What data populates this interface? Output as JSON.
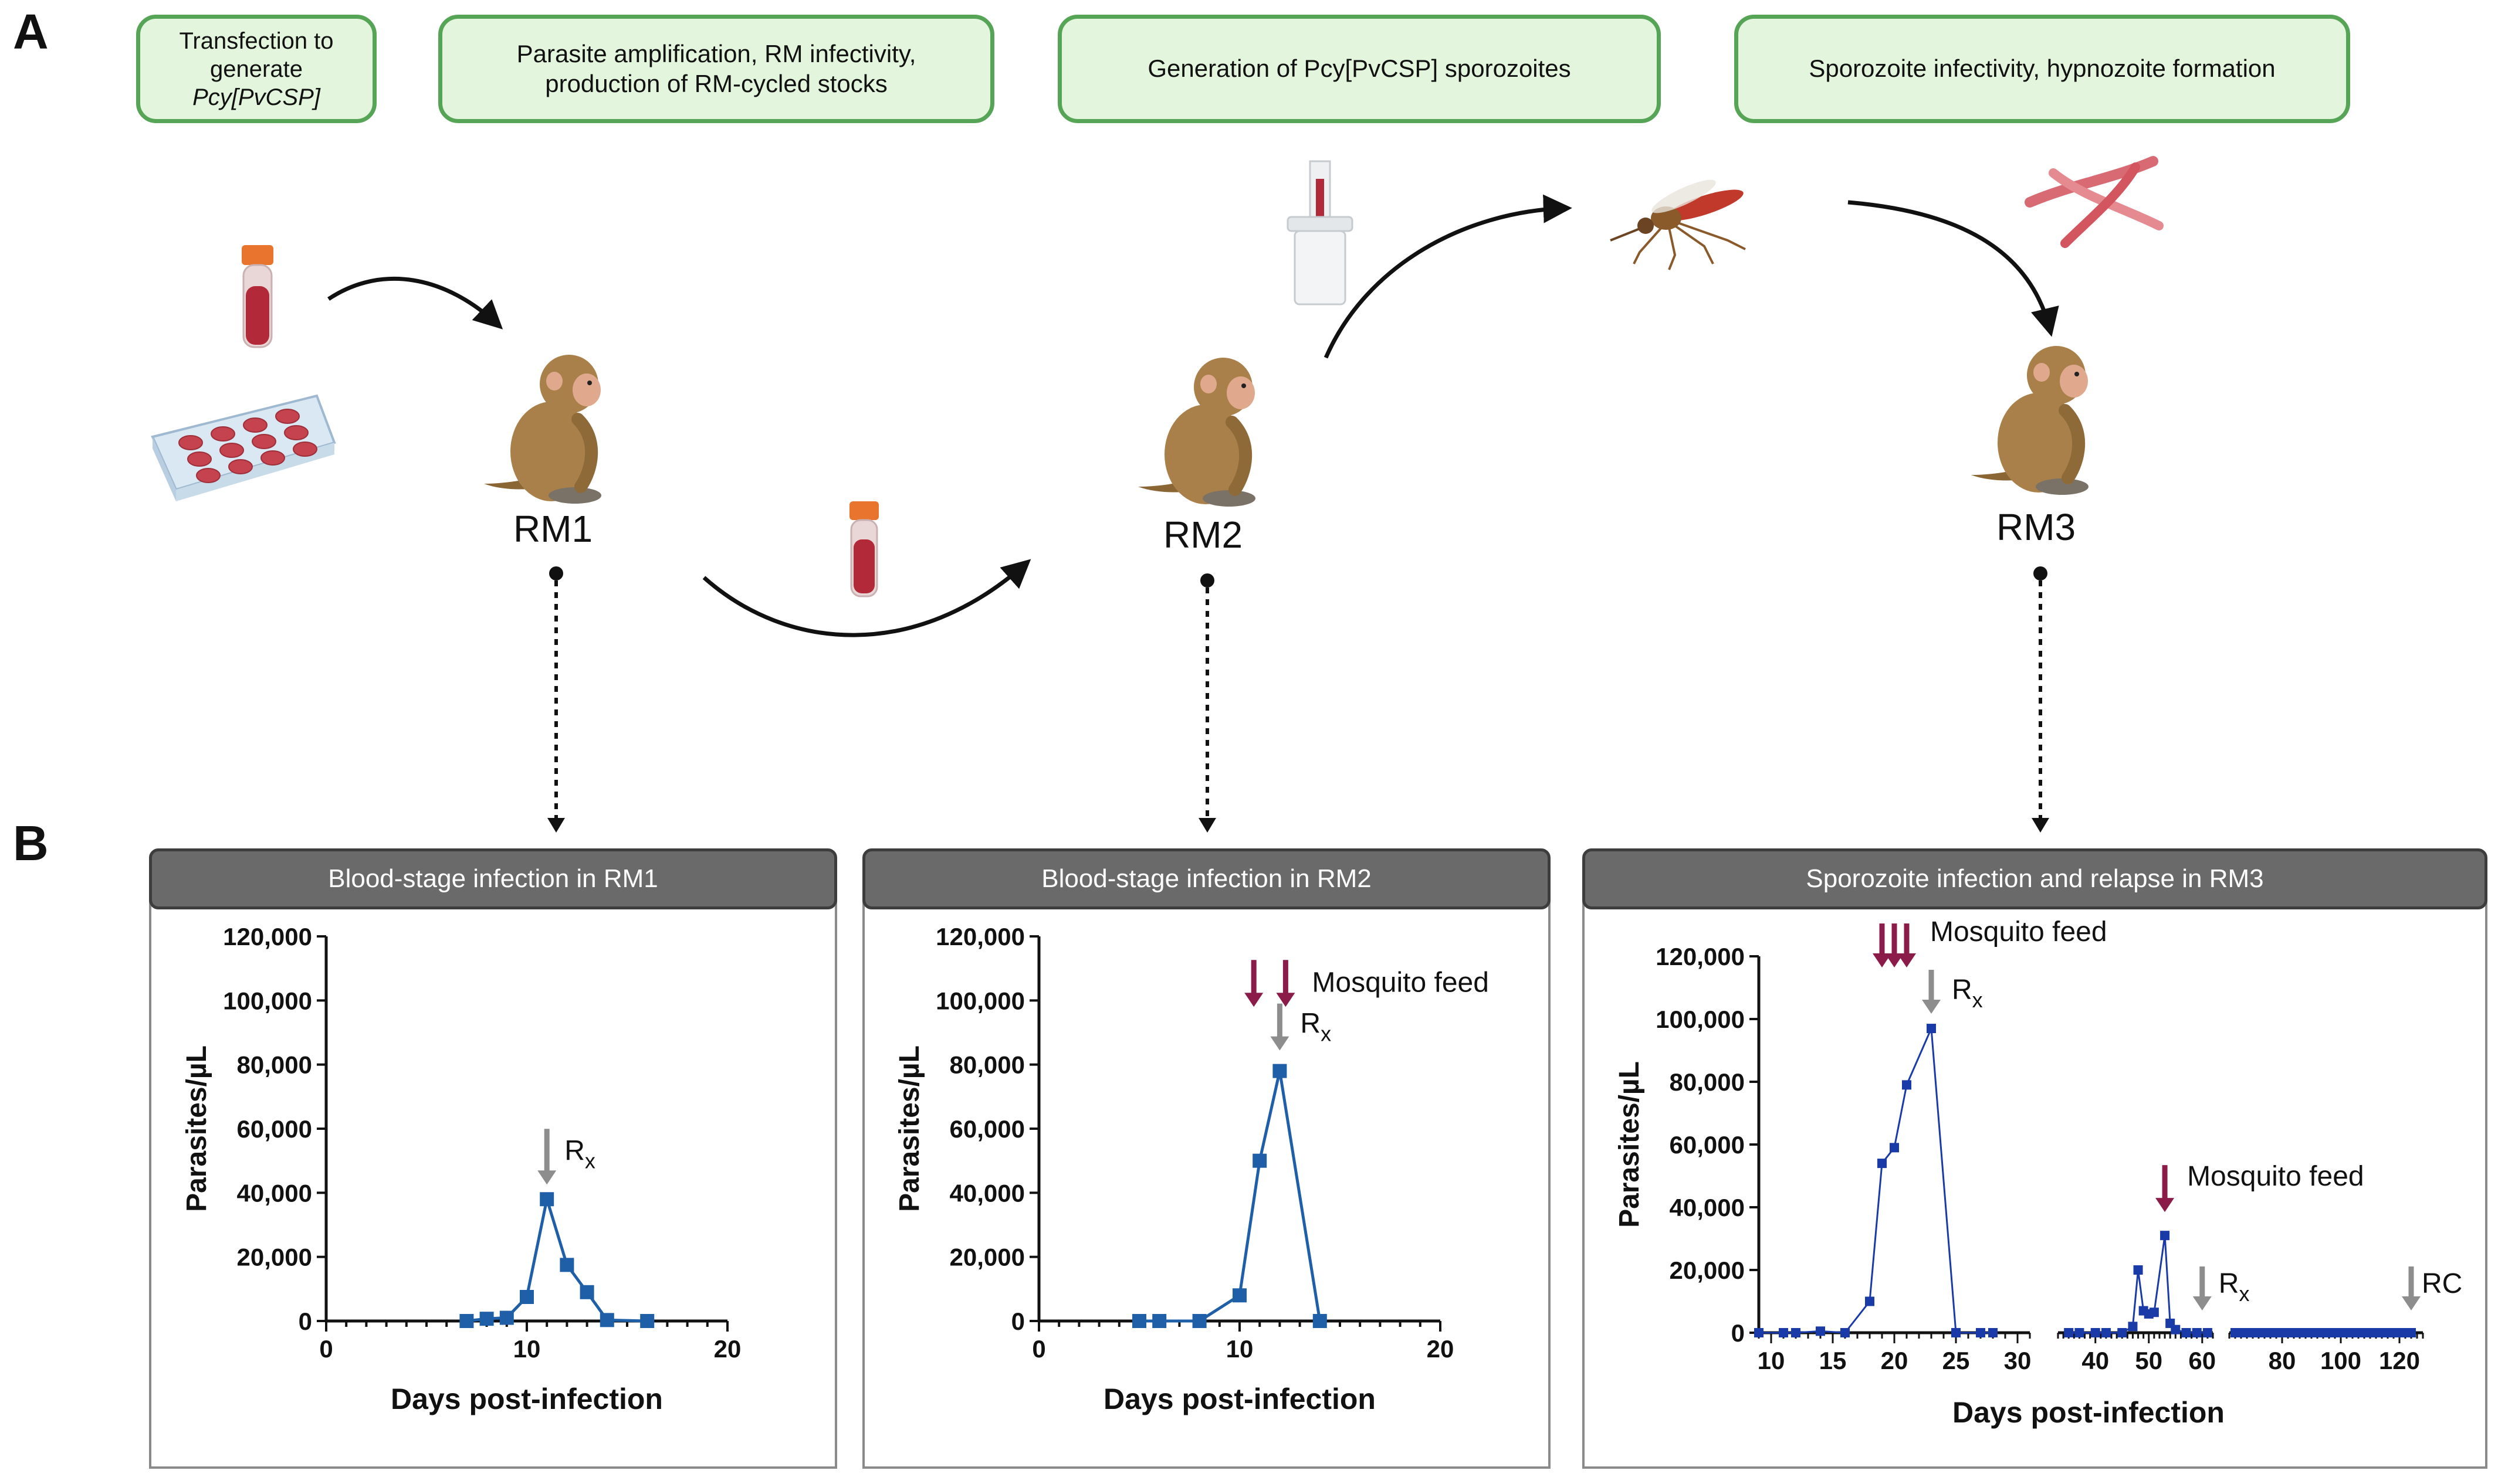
{
  "panels": {
    "a": "A",
    "b": "B"
  },
  "steps": [
    {
      "lines": [
        "Transfection to",
        "generate",
        "Pcy[PvCSP]"
      ]
    },
    {
      "lines": [
        "Parasite amplification, RM infectivity,",
        "production of RM-cycled stocks"
      ]
    },
    {
      "lines": [
        "Generation of Pcy[PvCSP] sporozoites"
      ]
    },
    {
      "lines": [
        "Sporozoite infectivity, hypnozoite formation"
      ]
    }
  ],
  "monkeys": [
    "RM1",
    "RM2",
    "RM3"
  ],
  "colors": {
    "step_fill": "#e3f5dd",
    "step_border": "#56a455",
    "header_fill": "#6a6a6a",
    "series_rm": "#1f5fa8",
    "series_rm3": "#1a3aa8",
    "mosquito_arrow": "#8b1c4a",
    "rx_arrow": "#8d8d8d",
    "monkey": "#a9804a",
    "blood": "#b22a3a"
  },
  "icons": [
    "blood-tube-icon",
    "culture-plate-icon",
    "monkey-icon",
    "syringe-icon",
    "mosquito-icon",
    "liver-worm-icon"
  ],
  "chart_data": [
    {
      "type": "line",
      "title": "Blood-stage infection in RM1",
      "xlabel": "Days post-infection",
      "ylabel": "Parasites/µL",
      "xlim": [
        0,
        20
      ],
      "ylim": [
        0,
        120000
      ],
      "xticks": [
        0,
        10,
        20
      ],
      "yticks": [
        0,
        20000,
        40000,
        60000,
        80000,
        100000,
        120000
      ],
      "ytick_labels": [
        "0",
        "20,000",
        "40,000",
        "60,000",
        "80,000",
        "100,000",
        "120,000"
      ],
      "x": [
        7,
        8,
        9,
        10,
        11,
        12,
        13,
        14,
        16
      ],
      "y": [
        0,
        700,
        1000,
        7500,
        38000,
        17500,
        9000,
        300,
        0
      ],
      "annotations": [
        {
          "label": "Rx",
          "x": 11,
          "kind": "treatment"
        }
      ]
    },
    {
      "type": "line",
      "title": "Blood-stage infection in RM2",
      "xlabel": "Days post-infection",
      "ylabel": "Parasites/µL",
      "xlim": [
        0,
        20
      ],
      "ylim": [
        0,
        120000
      ],
      "xticks": [
        0,
        10,
        20
      ],
      "yticks": [
        0,
        20000,
        40000,
        60000,
        80000,
        100000,
        120000
      ],
      "ytick_labels": [
        "0",
        "20,000",
        "40,000",
        "60,000",
        "80,000",
        "100,000",
        "120,000"
      ],
      "x": [
        5,
        6,
        8,
        10,
        11,
        12,
        14
      ],
      "y": [
        0,
        0,
        0,
        8000,
        50000,
        78000,
        0
      ],
      "annotations": [
        {
          "label": "Mosquito feed",
          "x": [
            11,
            12
          ],
          "kind": "feed"
        },
        {
          "label": "Rx",
          "x": 12,
          "kind": "treatment"
        }
      ]
    },
    {
      "type": "line",
      "title": "Sporozoite infection and relapse in RM3",
      "xlabel": "Days post-infection",
      "ylabel": "Parasites/µL",
      "ylim": [
        0,
        120000
      ],
      "yticks": [
        0,
        20000,
        40000,
        60000,
        80000,
        100000,
        120000
      ],
      "ytick_labels": [
        "0",
        "20,000",
        "40,000",
        "60,000",
        "80,000",
        "100,000",
        "120,000"
      ],
      "broken_x_axis": true,
      "segments": [
        {
          "xlim": [
            9,
            31
          ],
          "xticks": [
            10,
            15,
            20,
            25,
            30
          ],
          "x": [
            9,
            11,
            12,
            14,
            16,
            18,
            19,
            20,
            21,
            23,
            25,
            27,
            28
          ],
          "y": [
            0,
            0,
            0,
            500,
            0,
            10000,
            54000,
            59000,
            79000,
            97000,
            0,
            0,
            0
          ]
        },
        {
          "xlim": [
            33,
            62
          ],
          "xticks": [
            40,
            50,
            60
          ],
          "x": [
            35,
            37,
            40,
            42,
            45,
            47,
            48,
            49,
            50,
            51,
            53,
            54,
            55,
            57,
            59,
            61
          ],
          "y": [
            0,
            0,
            0,
            0,
            0,
            2000,
            20000,
            7000,
            6000,
            6500,
            31000,
            3000,
            1000,
            0,
            0,
            0
          ]
        },
        {
          "xlim": [
            62,
            128
          ],
          "xticks": [
            80,
            100,
            120
          ],
          "x": [
            64,
            66,
            68,
            70,
            72,
            74,
            76,
            78,
            80,
            82,
            84,
            86,
            88,
            90,
            92,
            94,
            96,
            98,
            100,
            102,
            104,
            106,
            108,
            110,
            112,
            114,
            116,
            118,
            120,
            122,
            124
          ],
          "y": [
            0,
            0,
            0,
            0,
            0,
            0,
            0,
            0,
            0,
            0,
            0,
            0,
            0,
            0,
            0,
            0,
            0,
            0,
            0,
            0,
            0,
            0,
            0,
            0,
            0,
            0,
            0,
            0,
            0,
            0,
            0
          ]
        }
      ],
      "annotations": [
        {
          "label": "Mosquito feed",
          "x": [
            19,
            20,
            21
          ],
          "kind": "feed"
        },
        {
          "label": "Rx",
          "x": 23,
          "kind": "treatment"
        },
        {
          "label": "Mosquito feed",
          "x": 53,
          "kind": "feed"
        },
        {
          "label": "Rx",
          "x": 60,
          "kind": "treatment"
        },
        {
          "label": "RC",
          "x": 124,
          "kind": "treatment"
        }
      ]
    }
  ]
}
